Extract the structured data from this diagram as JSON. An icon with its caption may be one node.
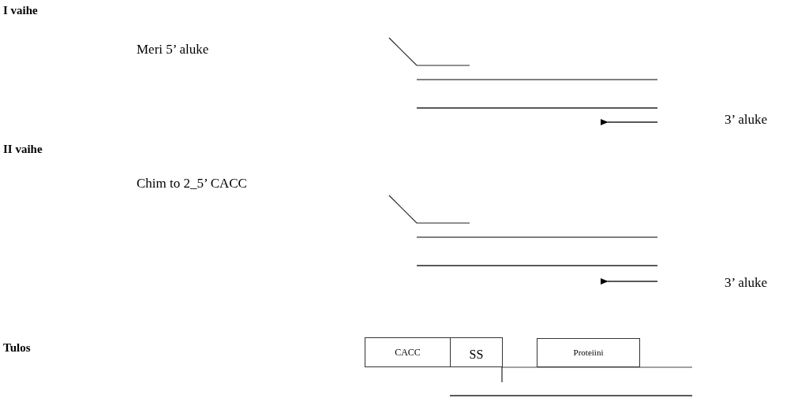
{
  "diagram": {
    "nodes": [
      {
        "text": [
          "CACC"
        ]
      },
      {
        "text": [
          "SS"
        ]
      },
      {
        "text": [
          "Proteiini"
        ]
      }
    ],
    "labels": [
      "I vaihe",
      "Meri 5’ aluke",
      "3’ aluke",
      "II vaihe",
      "Chim to 2_5’ CACC",
      "3’ aluke",
      "Tulos"
    ]
  }
}
